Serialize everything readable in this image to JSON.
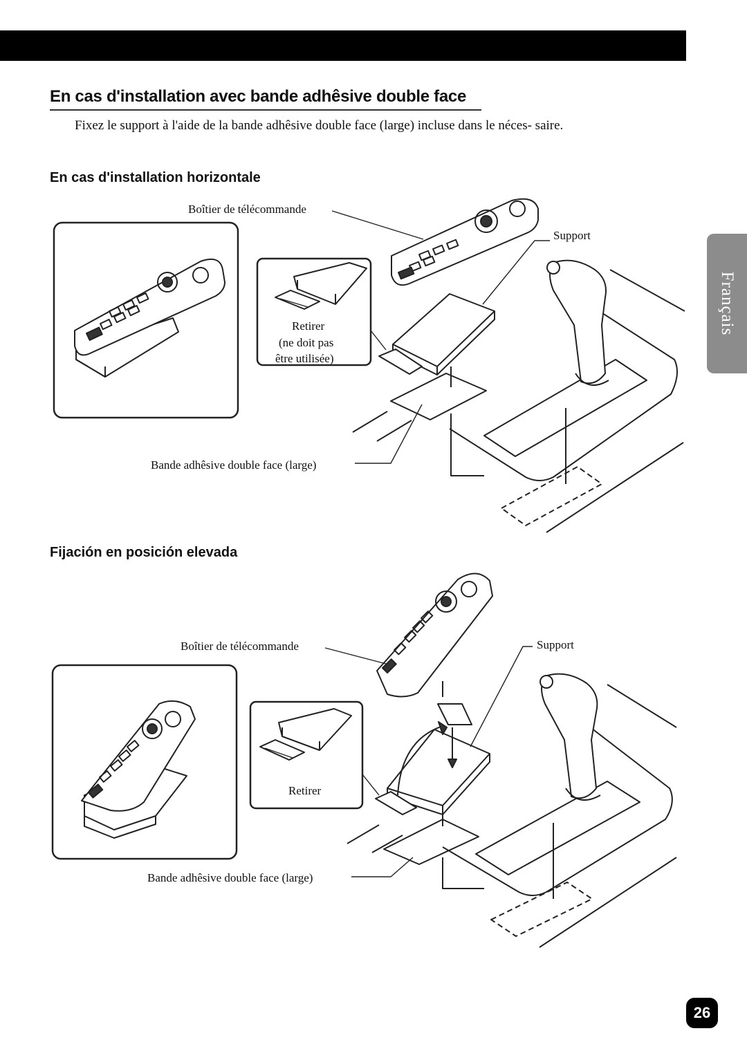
{
  "heading": "En cas d'installation avec bande adhêsive double face",
  "intro": "Fixez le support à l'aide de la bande adhêsive double face (large) incluse dans le néces- saire.",
  "section_horizontal": {
    "title": "En cas d'installation horizontale",
    "label_remote": "Boîtier de télécommande",
    "label_support": "Support",
    "label_remove_1": "Retirer",
    "label_remove_2": "(ne doit pas",
    "label_remove_3": "être utilisée)",
    "label_tape": "Bande adhêsive double face (large)"
  },
  "section_raised": {
    "title": "Fijación en posición elevada",
    "label_remote": "Boîtier de télécommande",
    "label_support": "Support",
    "label_remove": "Retirer",
    "label_tape": "Bande adhêsive double face (large)"
  },
  "side_tab": "Français",
  "page_number": "26"
}
